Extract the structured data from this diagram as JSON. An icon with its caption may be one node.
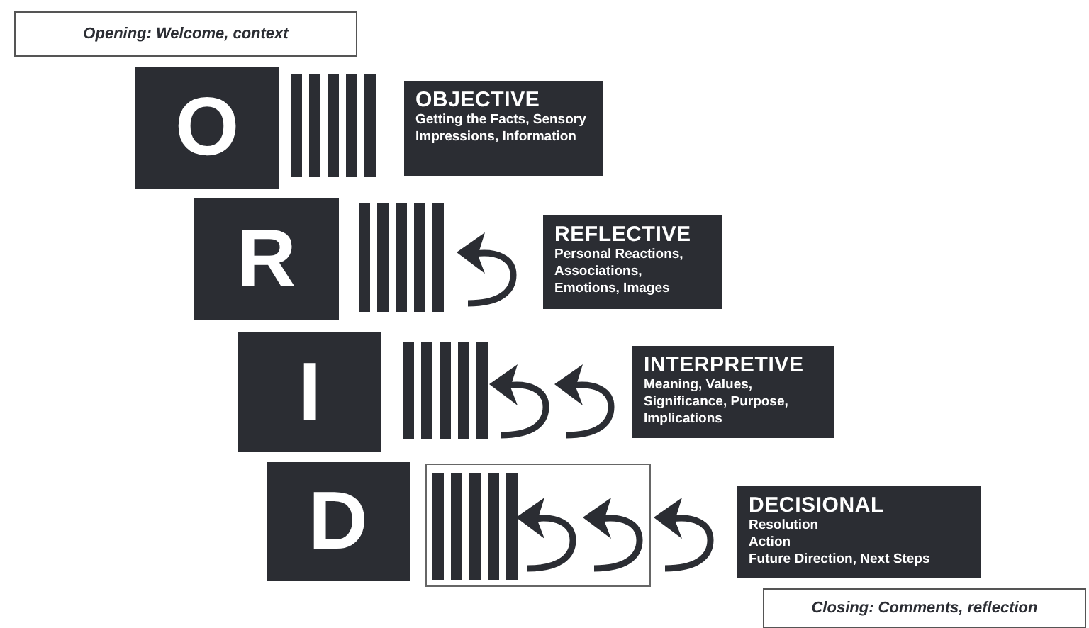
{
  "diagram": {
    "nodes": [
      {
        "text": [
          "Opening: Welcome, context"
        ]
      },
      {
        "text": [
          "O"
        ]
      },
      {
        "text": [
          "OBJECTIVE",
          "Getting the Facts, Sensory Impressions, Information"
        ]
      },
      {
        "text": [
          "R"
        ]
      },
      {
        "text": [
          "REFLECTIVE",
          "Personal Reactions, Associations, Emotions, Images"
        ]
      },
      {
        "text": [
          "I"
        ]
      },
      {
        "text": [
          "INTERPRETIVE",
          "Meaning, Values, Significance, Purpose, Implications"
        ]
      },
      {
        "text": [
          "D"
        ]
      },
      {
        "text": [
          "DECISIONAL",
          "Resolution",
          "Action",
          "Future Direction, Next Steps"
        ]
      },
      {
        "text": [
          "Closing: Comments, reflection"
        ]
      }
    ]
  }
}
